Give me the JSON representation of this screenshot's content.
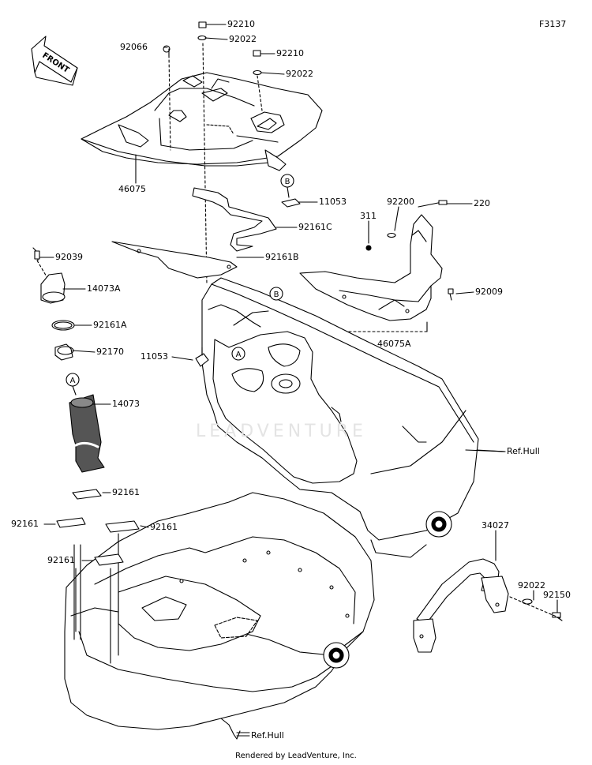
{
  "figure_code": "F3137",
  "front_marker": "FRONT",
  "watermark": "LEADVENTURE",
  "credit": "Rendered by LeadVenture, Inc.",
  "callouts": {
    "A": "A",
    "B": "B"
  },
  "parts": {
    "p92210_top": "92210",
    "p92022_top": "92022",
    "p92066": "92066",
    "p92210_b": "92210",
    "p92022_b": "92022",
    "p46075": "46075",
    "p11053_top": "11053",
    "p92161C": "92161C",
    "p92039": "92039",
    "p92161B": "92161B",
    "p14073A": "14073A",
    "p92161A": "92161A",
    "p92170": "92170",
    "p11053_left": "11053",
    "p14073": "14073",
    "p311": "311",
    "p92200": "92200",
    "p220": "220",
    "p92009": "92009",
    "p46075A": "46075A",
    "ref_hull_right": "Ref.Hull",
    "p92161_a": "92161",
    "p92161_b": "92161",
    "p92161_c": "92161",
    "p92161_d": "92161",
    "p34027": "34027",
    "p92022_right": "92022",
    "p92150": "92150",
    "ref_hull_bottom": "Ref.Hull"
  }
}
